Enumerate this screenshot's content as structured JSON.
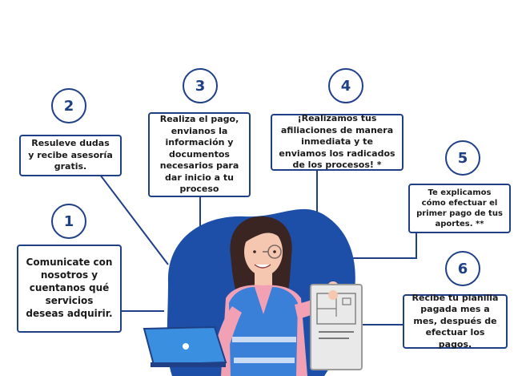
{
  "colors": {
    "border": "#1f3f86",
    "blob": "#1e4fa8",
    "vest": "#3a7fd8",
    "shirt": "#f2a1b5",
    "hair": "#3a2523",
    "skin": "#f6c7b0"
  },
  "steps": [
    {
      "number": "1",
      "text": "Comunicate con nosotros y cuentanos qué servicios deseas adquirir."
    },
    {
      "number": "2",
      "text": "Resuleve dudas y recibe asesoría gratis."
    },
    {
      "number": "3",
      "text": "Realiza el pago, envianos la información y documentos necesarios para dar inicio a tu proceso"
    },
    {
      "number": "4",
      "text": "¡Realizamos tus afiliaciones de manera inmediata y te enviamos los radicados de los procesos! *"
    },
    {
      "number": "5",
      "text": "Te explicamos cómo efectuar el primer pago de tus aportes. **"
    },
    {
      "number": "6",
      "text": "Recibe tu planilla pagada mes a mes, después de efectuar los pagos."
    }
  ]
}
